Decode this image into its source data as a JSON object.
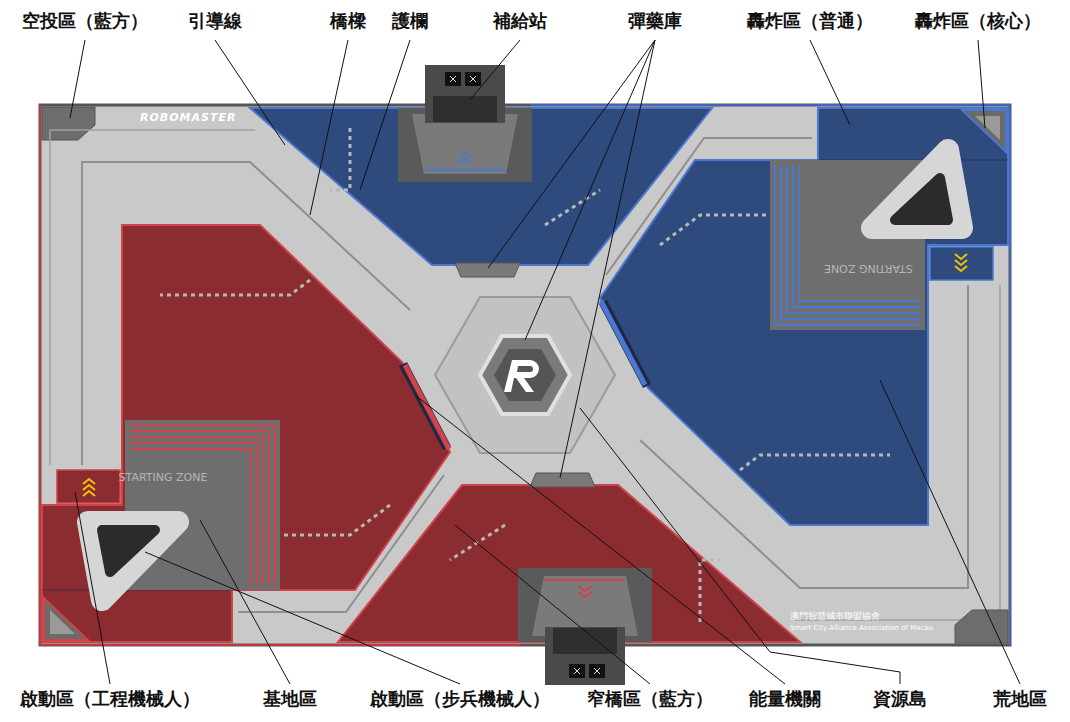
{
  "diagram": {
    "labels": [
      "空投區（藍方）",
      "引導線",
      "橋樑",
      "護欄",
      "補給站",
      "彈藥庫",
      "轟炸區（普通）",
      "轟炸區（核心）",
      "ROBOMASTER",
      "STARTING ZONE",
      "STARTING ZONE",
      "澳門智慧城市聯盟協會",
      "Smart City Alliance Association of Macau",
      "啟動區（工程機械人）",
      "基地區",
      "啟動區（步兵機械人）",
      "窄橋區（藍方）",
      "能量機關",
      "資源島",
      "荒地區"
    ]
  }
}
